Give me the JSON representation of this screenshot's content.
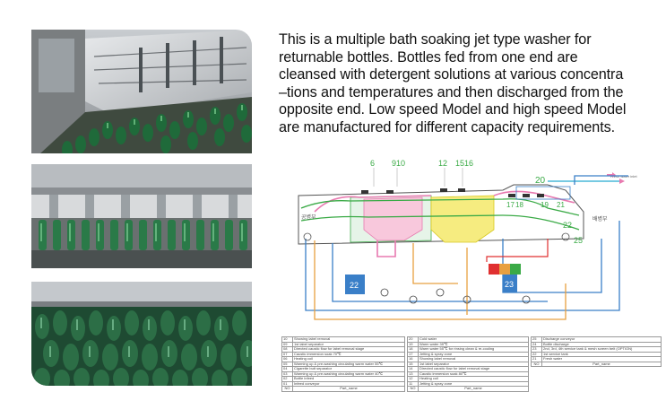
{
  "description": {
    "lines": [
      "This is a multiple bath soaking jet type washer for",
      "returnable bottles. Bottles fed from one end are",
      "cleansed with detergent solutions at various concentra",
      "–tions and temperatures and then discharged from the",
      "opposite end. Low speed Model and high speed Model",
      "are manufactured for different capacity requirements."
    ]
  },
  "diagram": {
    "top_numbers": [
      "6",
      "910",
      "12",
      "1516"
    ],
    "numbers": [
      "20",
      "17",
      "18",
      "19",
      "21",
      "22",
      "25",
      "22",
      "23"
    ],
    "left_label": "공병부",
    "right_label": "배병부",
    "fresh_water": "Fresh water inlet",
    "colors": {
      "green": "#3aaa46",
      "blue": "#3a7fc8",
      "pink": "#e87ab0",
      "yellow": "#f0e23a",
      "orange": "#e8a040",
      "red": "#e03030",
      "cyan": "#4ab8d8"
    }
  },
  "parts_tables": [
    {
      "rows": [
        [
          "10",
          "Showing label removal"
        ],
        [
          "09",
          "1st label separator"
        ],
        [
          "08",
          "Directed caustic flow for label removal stage"
        ],
        [
          "07",
          "Caustic immersion soak 70℃"
        ],
        [
          "06",
          "Heating coil"
        ],
        [
          "05",
          "Warming up & pre-washing circulating warm water 55℃"
        ],
        [
          "04",
          "Cigarette butt separator"
        ],
        [
          "03",
          "Warming up & pre-washing circulating warm water 40℃"
        ],
        [
          "02",
          "Bottle infeed"
        ],
        [
          "01",
          "Infeed conveyor"
        ]
      ],
      "header": [
        "NO",
        "Part_name"
      ]
    },
    {
      "rows": [
        [
          "20",
          "Cold water"
        ],
        [
          "19",
          "Warm water 35℃"
        ],
        [
          "18",
          "Warm water 55℃ for rinsing clean & re-cooling"
        ],
        [
          "17",
          "Jetting & spray zone"
        ],
        [
          "16",
          "Showing label removal"
        ],
        [
          "15",
          "1st label separator"
        ],
        [
          "14",
          "Directed caustic flow for label removal stage"
        ],
        [
          "13",
          "Caustic immersion soak 80℃"
        ],
        [
          "12",
          "Heating coil"
        ],
        [
          "11",
          "Jetting & spray zone"
        ]
      ],
      "header": [
        "NO",
        "Part_name"
      ]
    },
    {
      "rows": [
        [
          "25",
          "Discharge conveyor"
        ],
        [
          "24",
          "Bottle discharge"
        ],
        [
          "23",
          "2nd, 3rd, 4th service tank & mesh screen belt (OPTION)"
        ],
        [
          "22",
          "1st service tank"
        ],
        [
          "21",
          "Fresh water"
        ]
      ],
      "header": [
        "NO",
        "Part_name"
      ]
    }
  ]
}
